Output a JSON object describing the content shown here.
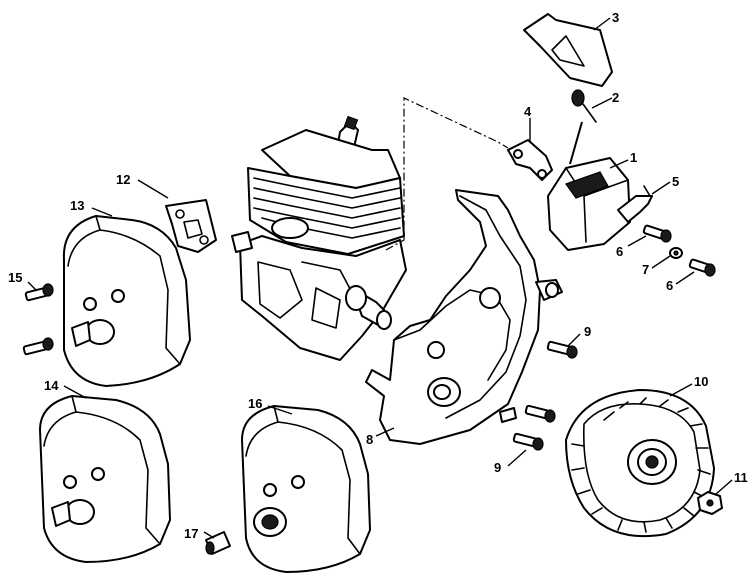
{
  "callouts": {
    "c1": "1",
    "c2": "2",
    "c3": "3",
    "c4": "4",
    "c5": "5",
    "c6a": "6",
    "c6b": "6",
    "c7": "7",
    "c8": "8",
    "c9a": "9",
    "c9b": "9",
    "c10": "10",
    "c11": "11",
    "c12": "12",
    "c13": "13",
    "c14": "14",
    "c15": "15",
    "c16": "16",
    "c17": "17"
  },
  "colors": {
    "line": "#000000",
    "background": "#ffffff"
  }
}
